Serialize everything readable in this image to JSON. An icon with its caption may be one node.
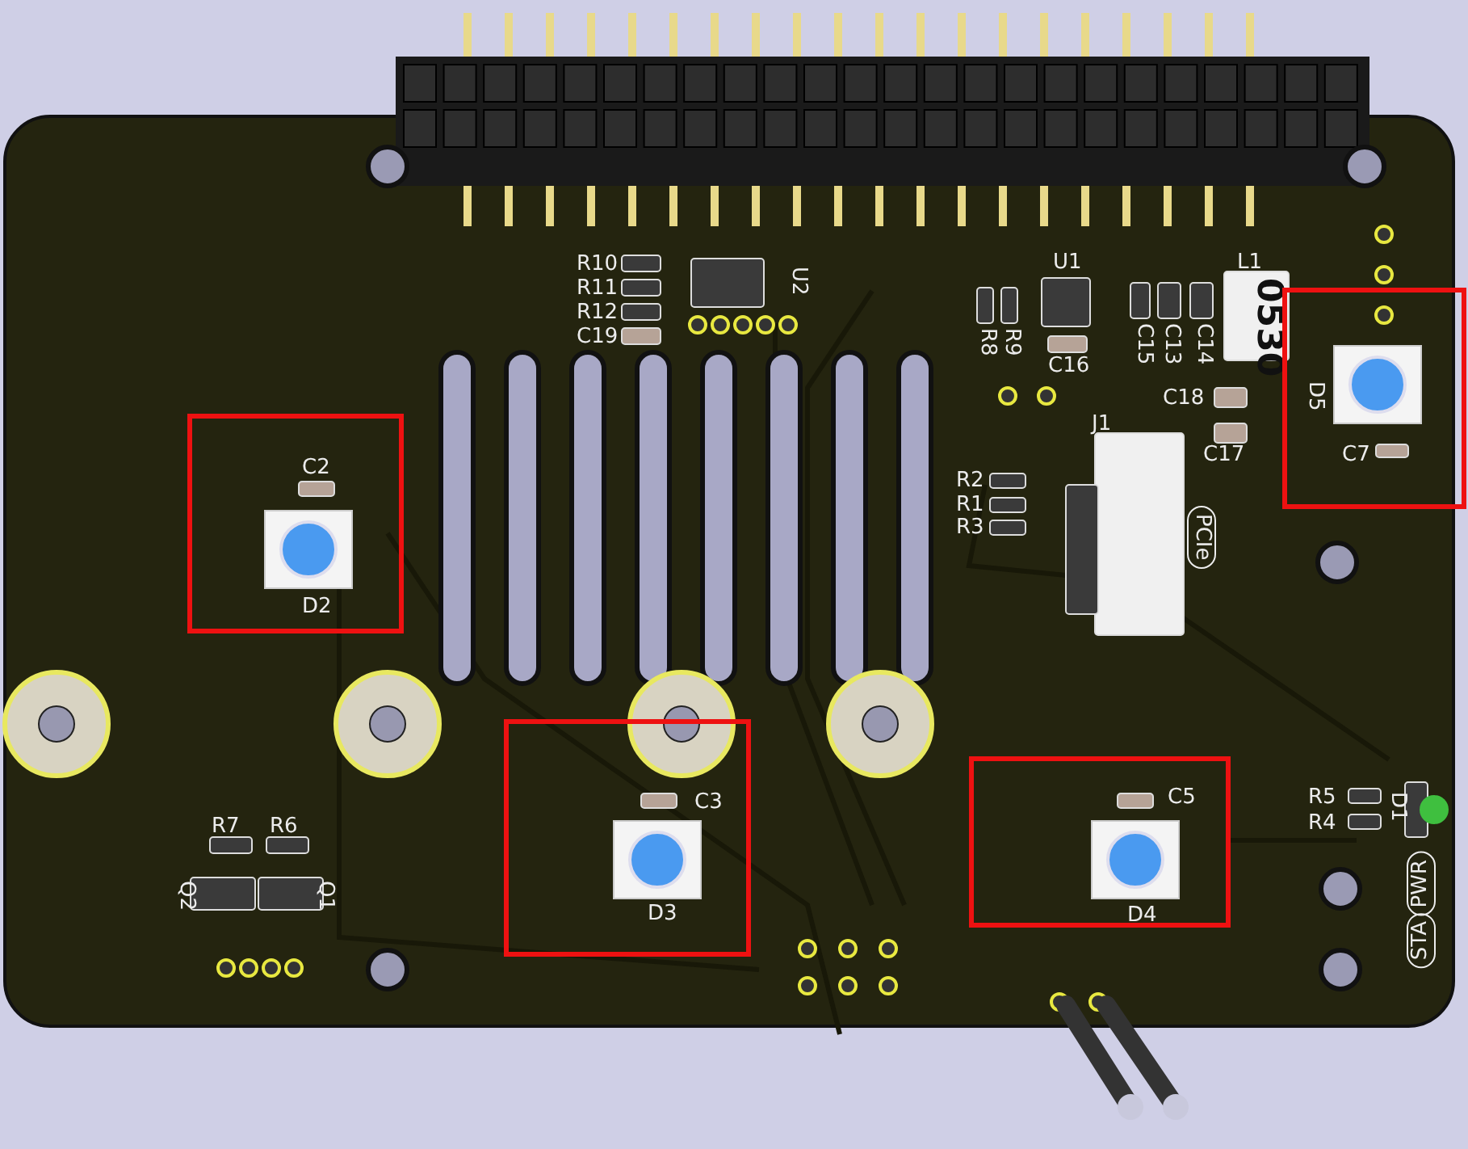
{
  "diagram": {
    "nodes": [
      {
        "text": [
          "D5",
          "C7"
        ]
      },
      {
        "text": [
          "C2",
          "D2"
        ]
      },
      {
        "text": [
          "C3",
          "D3"
        ]
      },
      {
        "text": [
          "C5",
          "D4"
        ]
      }
    ],
    "labels": [
      "R10",
      "U1",
      "L1",
      "U2",
      "R11",
      "R12",
      "0530",
      "R8",
      "R9",
      "C15",
      "C13",
      "C14",
      "C19",
      "C16",
      "C18",
      "J1",
      "C17",
      "R2",
      "R1",
      "R3",
      "PCIe",
      "R5",
      "D1",
      "R7",
      "R6",
      "R4",
      "Q2",
      "Q1",
      "PWR",
      "STA"
    ]
  }
}
